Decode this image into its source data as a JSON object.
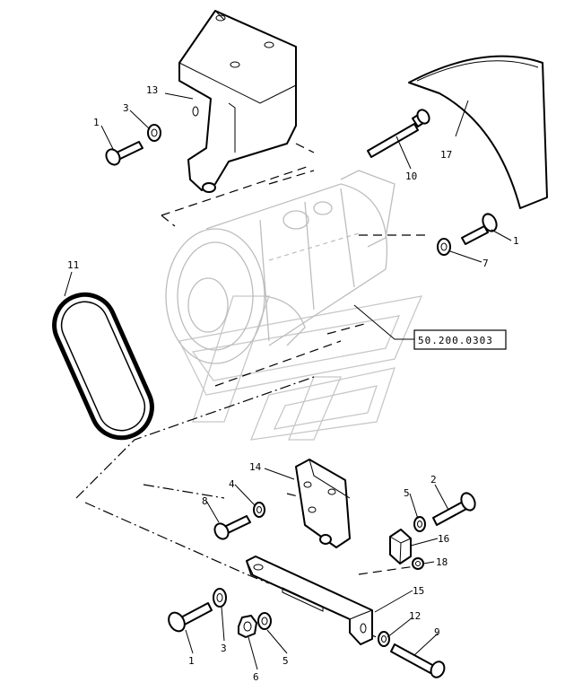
{
  "reference_label": "50.200.0303",
  "callouts": {
    "n1_top": "1",
    "n3_top": "3",
    "n13": "13",
    "n10": "10",
    "n17": "17",
    "n1_right": "1",
    "n7": "7",
    "n11": "11",
    "n14": "14",
    "n8": "8",
    "n4": "4",
    "n2": "2",
    "n5_mid": "5",
    "n16": "16",
    "n18": "18",
    "n15": "15",
    "n12": "12",
    "n9": "9",
    "n1_bottom": "1",
    "n3_bottom": "3",
    "n6": "6",
    "n5_bottom": "5"
  }
}
